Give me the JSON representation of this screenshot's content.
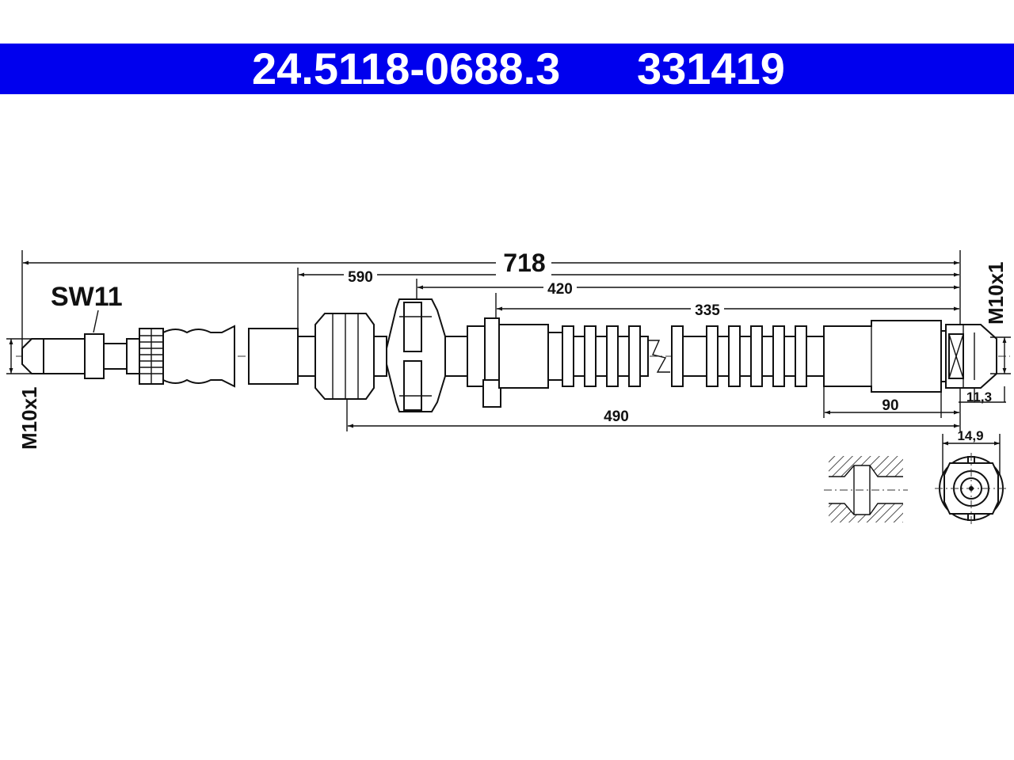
{
  "header": {
    "article_number": "24.5118-0688.3",
    "reference_number": "331419",
    "background_color": "#0000ee",
    "text_color": "#ffffff"
  },
  "dimensions": {
    "overall_length": "718",
    "length_590": "590",
    "length_420": "420",
    "length_335": "335",
    "length_490": "490",
    "length_90": "90",
    "fitting_11_3": "11,3",
    "fitting_14_9": "14,9"
  },
  "labels": {
    "wrench_size": "SW11",
    "thread_left": "M10x1",
    "thread_right": "M10x1"
  }
}
